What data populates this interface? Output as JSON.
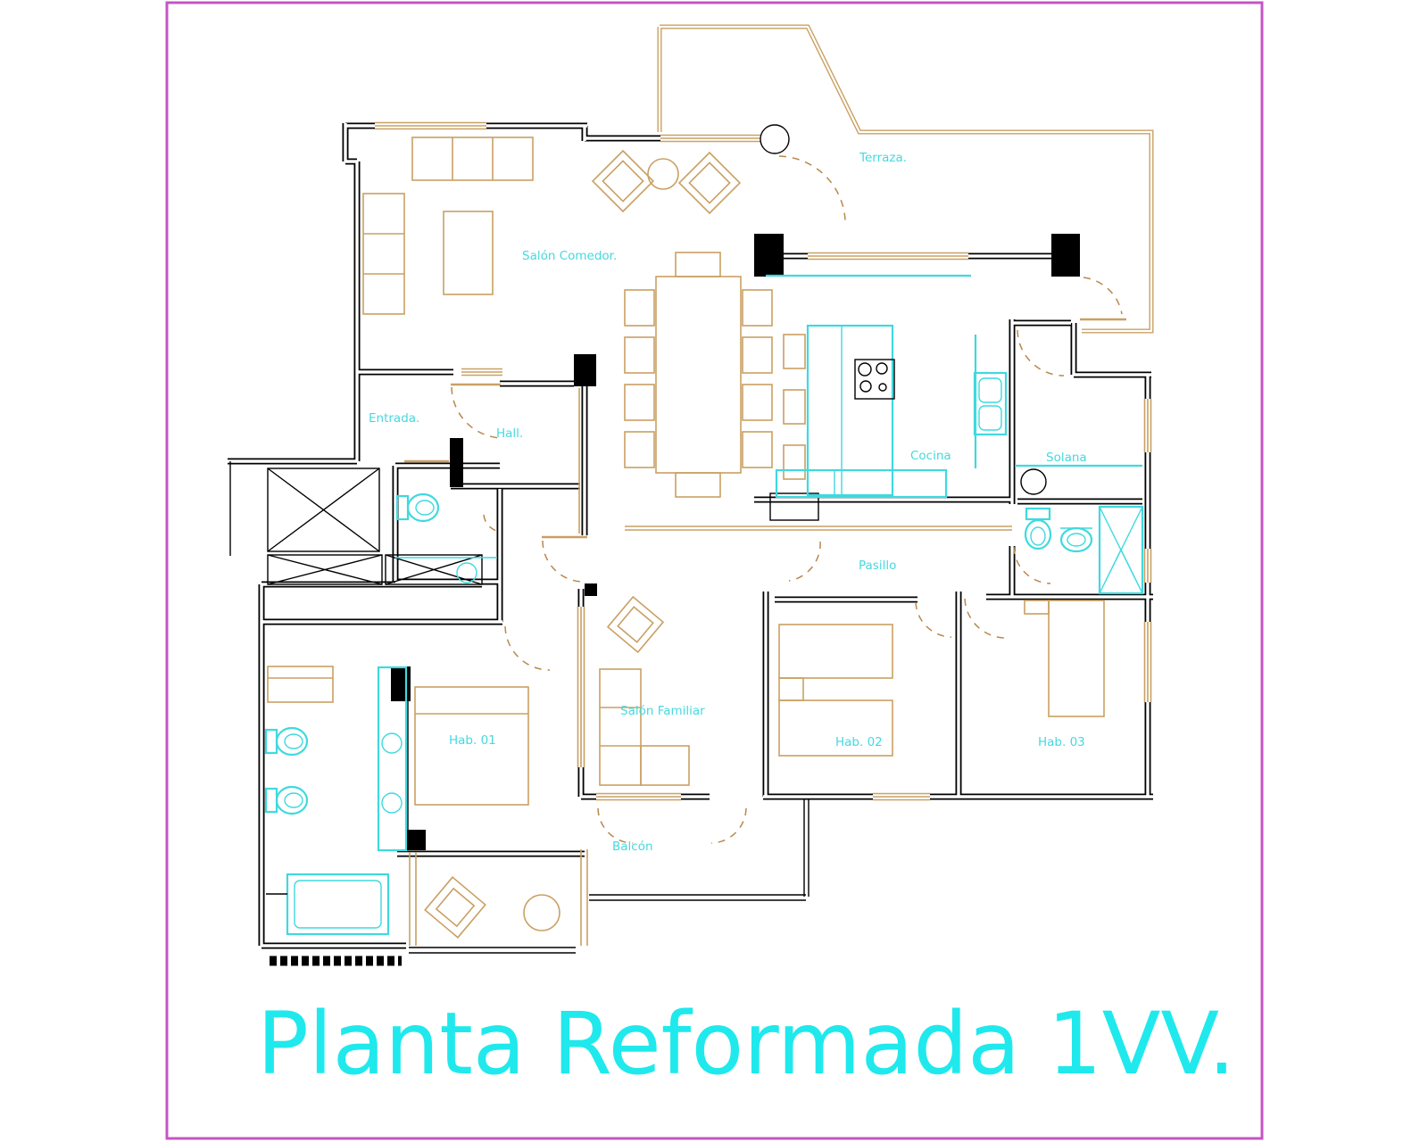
{
  "drawing": {
    "title": "Planta Reformada 1VV.",
    "rooms": {
      "terraza": "Terraza.",
      "salon_comedor": "Salón Comedor.",
      "entrada": "Entrada.",
      "hall": "Hall.",
      "cocina": "Cocina",
      "solana": "Solana",
      "pasillo": "Pasillo",
      "hab01": "Hab. 01",
      "hab02": "Hab. 02",
      "hab03": "Hab. 03",
      "salon_familiar": "Salón Familiar",
      "balcon": "Balcón"
    },
    "colors": {
      "frame": "#c455c4",
      "walls": "#000000",
      "furniture": "#c9a063",
      "fixtures": "#3fd9df",
      "labels": "#45d9df",
      "title": "#1fe9ec",
      "doors": "#b8884c"
    }
  }
}
